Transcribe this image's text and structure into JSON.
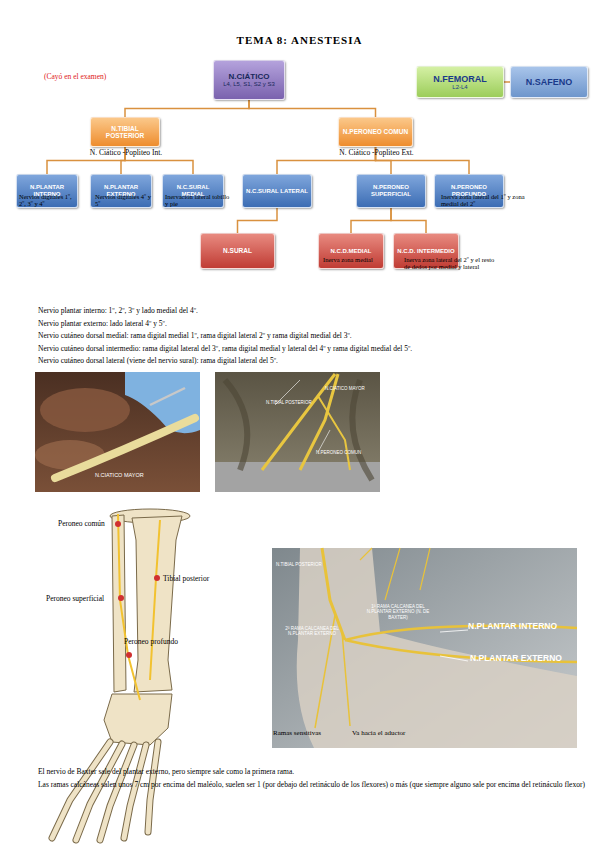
{
  "diagram": {
    "title": "TEMA 8: ANESTESIA",
    "nodes": [
      {
        "text": [
          "N.CIÁTICO",
          "L4, L5, S1, S2 y S3"
        ]
      },
      {
        "text": [
          "N.FEMORAL",
          "L2-L4"
        ]
      },
      {
        "text": [
          "N.SAFENO"
        ]
      },
      {
        "text": [
          "N.TIBIAL POSTERIOR",
          "N. Ciático -Popliteo Int."
        ]
      },
      {
        "text": [
          "N.PERONEO COMUN",
          "N. Ciático -Popliteo Ext."
        ]
      },
      {
        "text": [
          "N.PLANTAR INTERNO",
          "Nervios digitales 1º, 2º, 3º y 4º"
        ]
      },
      {
        "text": [
          "N.PLANTAR EXTERNO",
          "Nervios digitales 4º y 5º"
        ]
      },
      {
        "text": [
          "N.C.SURAL MEDIAL",
          "Inervación lateral tobillo y pie"
        ]
      },
      {
        "text": [
          "N.C.SURAL LATERAL"
        ]
      },
      {
        "text": [
          "N.PERONEO SUPERFICIAL"
        ]
      },
      {
        "text": [
          "N.PERONEO PROFUNDO",
          "Inerva zona lateral del 1º y zona medial del 2º"
        ]
      },
      {
        "text": [
          "N.SURAL"
        ]
      },
      {
        "text": [
          "N.C.D.MEDIAL",
          "Inerva zona medial"
        ]
      },
      {
        "text": [
          "N.C.D. INTERMEDIO",
          "Inerva zona lateral del 2º y el resto de dedos por medial y lateral"
        ]
      }
    ],
    "edges": [
      {
        "from": 1,
        "to": 2,
        "arrow": "none"
      },
      {
        "from": 0,
        "to": 3,
        "arrow": "none"
      },
      {
        "from": 0,
        "to": 4,
        "arrow": "none"
      },
      {
        "from": 3,
        "to": 5,
        "arrow": "none"
      },
      {
        "from": 3,
        "to": 6,
        "arrow": "none"
      },
      {
        "from": 3,
        "to": 7,
        "arrow": "none"
      },
      {
        "from": 4,
        "to": 8,
        "arrow": "none"
      },
      {
        "from": 4,
        "to": 9,
        "arrow": "none"
      },
      {
        "from": 4,
        "to": 10,
        "arrow": "none"
      },
      {
        "from": 8,
        "to": 11,
        "arrow": "none"
      },
      {
        "from": 9,
        "to": 12,
        "arrow": "none"
      },
      {
        "from": 9,
        "to": 13,
        "arrow": "none"
      }
    ],
    "labels": [
      "(Cayó en el examen)",
      "Nervio plantar interno: 1º, 2º, 3º y lado medial del 4º.",
      "Nervio plantar externo: lado lateral 4º y 5º.",
      "Nervio cutáneo dorsal medial: rama digital medial 1º, rama digital lateral 2º y rama digital medial del 3º.",
      "Nervio cutáneo dorsal intermedio: rama digital lateral del 3º, rama digital medial y lateral del 4º y rama digital medial del 5º.",
      "Nervio cutáneo dorsal lateral (viene del nervio sural): rama digital lateral del 5º.",
      "N.CIATICO MAYOR",
      "N.TIBIAL POSTERIOR",
      "N.CIATICO MAYOR",
      "N.PERONEO COMUN",
      "Peroneo común",
      "Tibial posterior",
      "Peroneo superficial",
      "Peroneo profundo",
      "N.TIBIAL POSTERIOR",
      "1ª RAMA CALCANEA DEL N.PLANTAR EXTERNO (N. DE BAXTER)",
      "2ª RAMA CALCANEA DEL N.PLANTAR EXTERNO",
      "N.PLANTAR INTERNO",
      "N.PLANTAR EXTERNO",
      "Ramas sensitivas",
      "Va hacia el aductor",
      "El nervio de Baxter sale del plantar externo, pero siempre sale como la primera rama.",
      "Las ramas calcáneas salen unos 7 cm por encima del maléolo, suelen ser 1 (por debajo del retináculo de los flexores) o más (que siempre alguno sale por encima del retináculo flexor)"
    ]
  }
}
